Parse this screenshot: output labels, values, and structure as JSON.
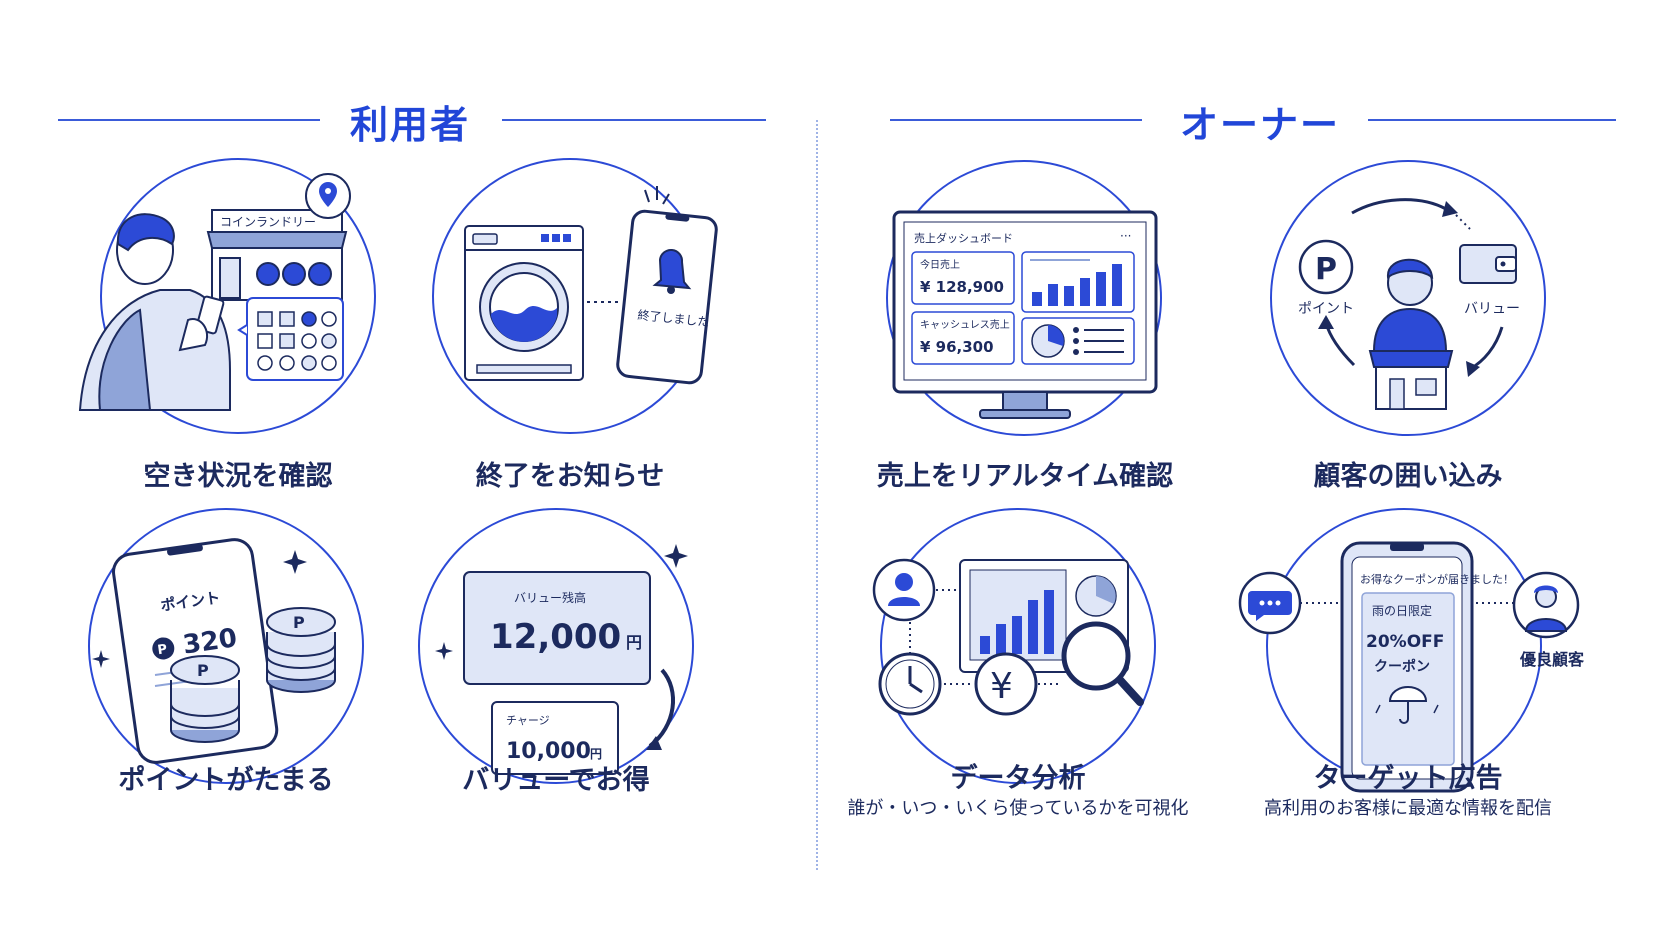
{
  "sections": {
    "user": {
      "title": "利用者"
    },
    "owner": {
      "title": "オーナー"
    }
  },
  "features": {
    "availability": {
      "label": "空き状況を確認",
      "store_sign": "コインランドリー"
    },
    "notify": {
      "label": "終了をお知らせ",
      "phone_message": "終了しました"
    },
    "points": {
      "label": "ポイントがたまる",
      "card_title": "ポイント",
      "points_value": "320",
      "coin_letter": "P"
    },
    "value": {
      "label": "バリューでお得",
      "balance_title": "バリュー残高",
      "balance_amount": "12,000",
      "currency": "円",
      "charge_title": "チャージ",
      "charge_amount": "10,000"
    },
    "realtime_sales": {
      "label": "売上をリアルタイム確認",
      "dashboard_title": "売上ダッシュボード",
      "today_sales_title": "今日売上",
      "today_sales_value": "¥ 128,900",
      "cashless_title": "キャッシュレス売上",
      "cashless_value": "¥ 96,300"
    },
    "retention": {
      "label": "顧客の囲い込み",
      "point_text": "ポイント",
      "value_text": "バリュー",
      "point_letter": "P"
    },
    "data_analysis": {
      "label": "データ分析",
      "subtitle": "誰が・いつ・いくら使っているかを可視化",
      "yen": "¥"
    },
    "target_ad": {
      "label": "ターゲット広告",
      "subtitle": "高利用のお客様に最適な情報を配信",
      "notice": "お得なクーポンが届きました！",
      "coupon_title": "雨の日限定",
      "coupon_body_1": "20%OFF",
      "coupon_body_2": "クーポン",
      "vip_label": "優良顧客"
    }
  },
  "colors": {
    "accent": "#2146d8",
    "navy": "#1c2a5e",
    "light_fill": "#dfe6f7",
    "mid_fill": "#8fa4d8"
  }
}
